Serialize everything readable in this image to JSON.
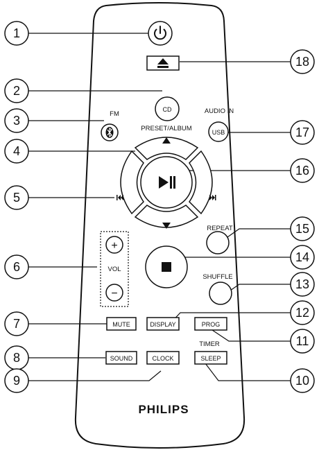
{
  "brand": "PHILIPS",
  "callouts": [
    "1",
    "2",
    "3",
    "4",
    "5",
    "6",
    "7",
    "8",
    "9",
    "10",
    "11",
    "12",
    "13",
    "14",
    "15",
    "16",
    "17",
    "18"
  ],
  "labels": {
    "cd": "CD",
    "fm": "FM",
    "preset_album": "PRESET/ALBUM",
    "audio_in": "AUDIO IN",
    "usb": "USB",
    "vol": "VOL",
    "vol_plus": "+",
    "vol_minus": "−",
    "repeat": "REPEAT",
    "shuffle": "SHUFFLE",
    "mute": "MUTE",
    "display": "DISPLAY",
    "prog": "PROG",
    "timer": "TIMER",
    "sleep": "SLEEP",
    "sound": "SOUND",
    "clock": "CLOCK"
  },
  "icons": {
    "power": "power-icon",
    "eject": "eject-icon",
    "bluetooth": "bluetooth-icon",
    "up": "up-arrow-icon",
    "down": "down-arrow-icon",
    "previous": "previous-track-icon",
    "next": "next-track-icon",
    "play_pause": "play-pause-icon",
    "stop": "stop-icon"
  }
}
